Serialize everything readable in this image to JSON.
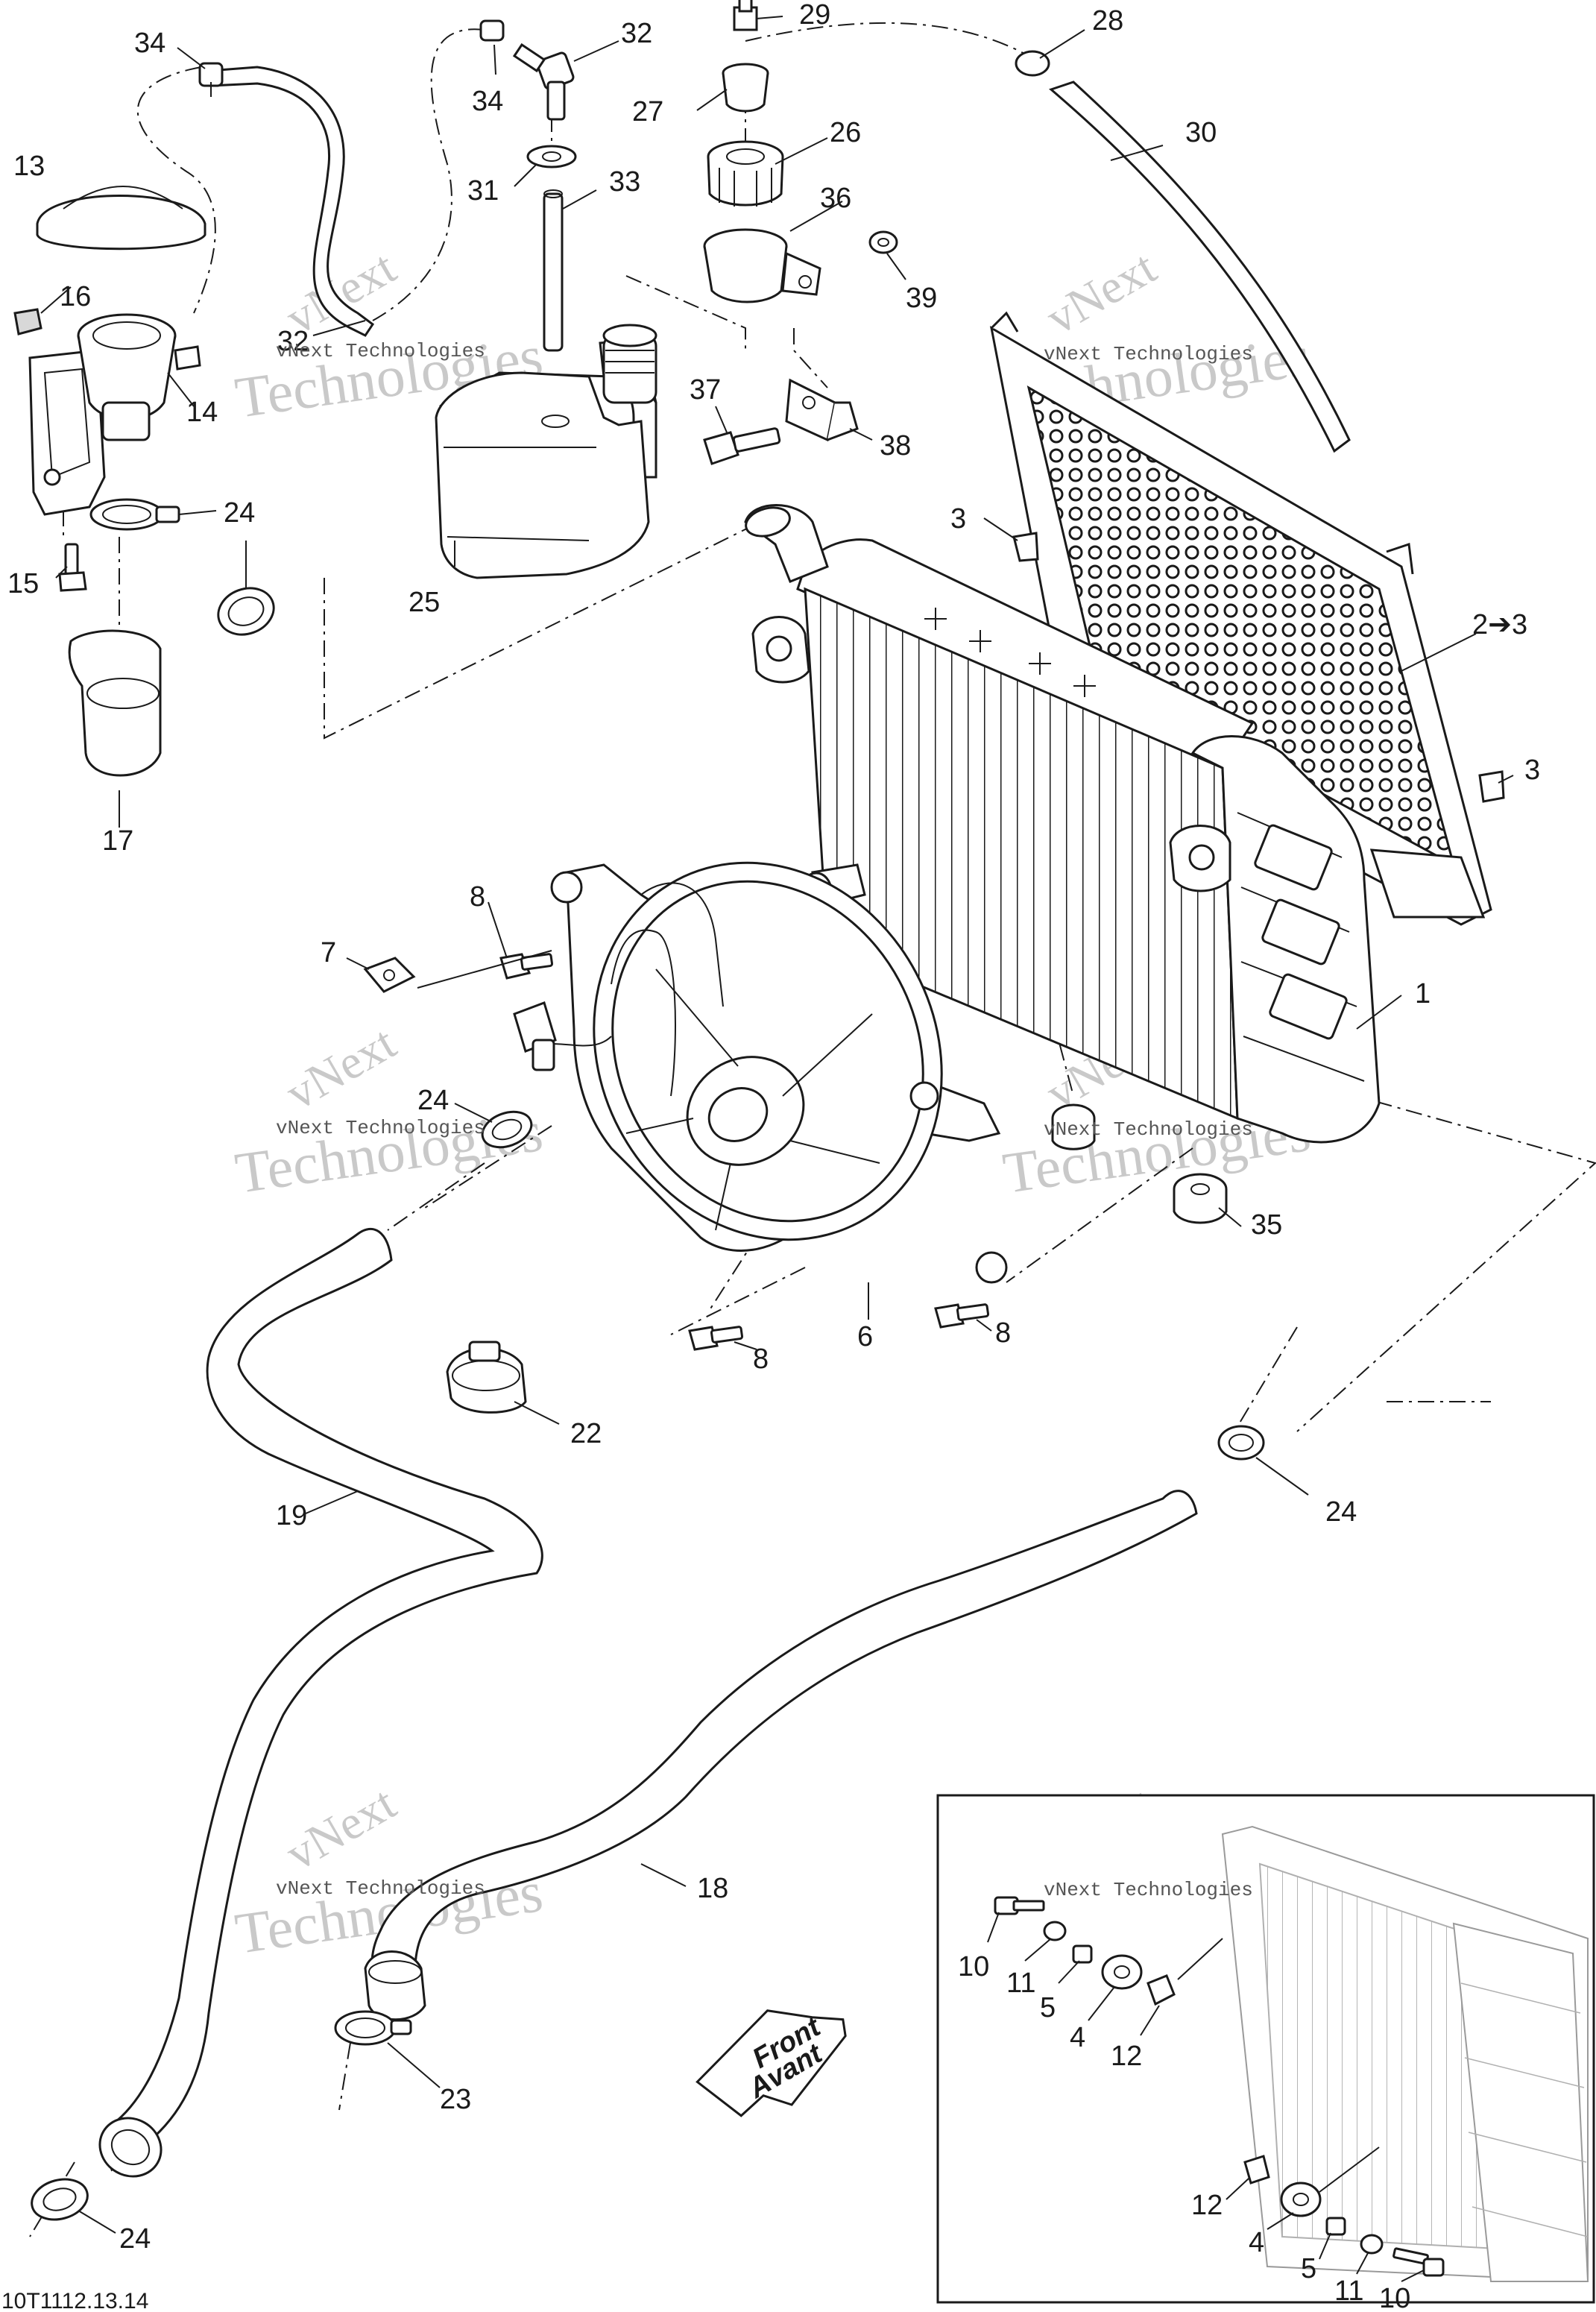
{
  "diagram_code": "10T1112.13.14",
  "watermark": {
    "large": "Technologies",
    "small": "vNext Technologies",
    "mark": "vNext"
  },
  "front_arrow": {
    "line1": "Front",
    "line2": "Avant"
  },
  "callouts": {
    "c1": "1",
    "c2_3": "2➔3",
    "c3a": "3",
    "c3b": "3",
    "c4a": "4",
    "c4b": "4",
    "c5a": "5",
    "c5b": "5",
    "c6": "6",
    "c7": "7",
    "c8a": "8",
    "c8b": "8",
    "c8c": "8",
    "c10a": "10",
    "c10b": "10",
    "c11a": "11",
    "c11b": "11",
    "c12a": "12",
    "c12b": "12",
    "c13": "13",
    "c14": "14",
    "c15": "15",
    "c16": "16",
    "c17": "17",
    "c18": "18",
    "c19": "19",
    "c22": "22",
    "c23": "23",
    "c24a": "24",
    "c24b": "24",
    "c24c": "24",
    "c24d": "24",
    "c25": "25",
    "c26": "26",
    "c27": "27",
    "c28": "28",
    "c29": "29",
    "c30": "30",
    "c31": "31",
    "c32a": "32",
    "c32b": "32",
    "c33": "33",
    "c34a": "34",
    "c34b": "34",
    "c35": "35",
    "c36": "36",
    "c37": "37",
    "c38": "38",
    "c39": "39"
  }
}
